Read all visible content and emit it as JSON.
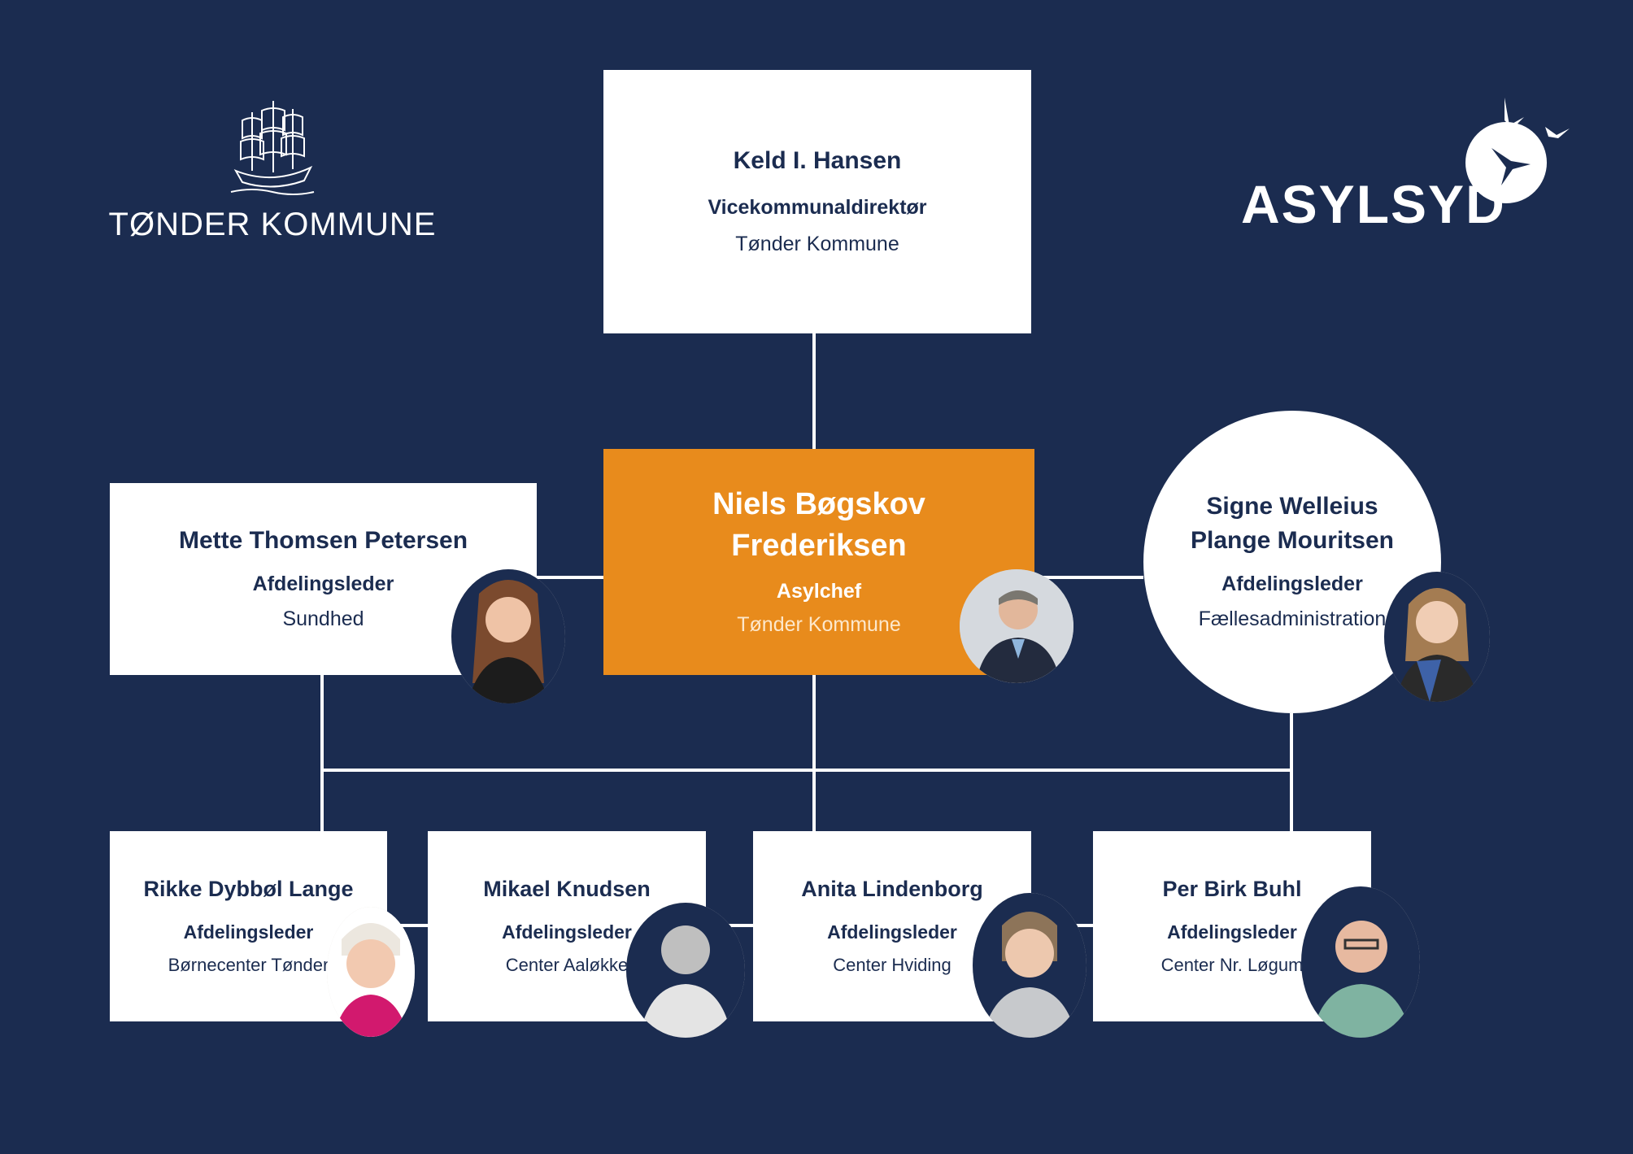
{
  "logos": {
    "left": {
      "text": "TØNDER KOMMUNE"
    },
    "right": {
      "text": "ASYLSYD"
    }
  },
  "top": {
    "name": "Keld I. Hansen",
    "role": "Vicekommunaldirektør",
    "org": "Tønder Kommune"
  },
  "center": {
    "name_line1": "Niels Bøgskov",
    "name_line2": "Frederiksen",
    "role": "Asylchef",
    "org": "Tønder Kommune"
  },
  "left": {
    "name": "Mette Thomsen Petersen",
    "role": "Afdelingsleder",
    "org": "Sundhed"
  },
  "right": {
    "name_line1": "Signe Welleius",
    "name_line2": "Plange Mouritsen",
    "role": "Afdelingsleder",
    "org": "Fællesadministration"
  },
  "bottom": [
    {
      "name": "Rikke Dybbøl Lange",
      "role": "Afdelingsleder",
      "org": "Børnecenter Tønder"
    },
    {
      "name": "Mikael Knudsen",
      "role": "Afdelingsleder",
      "org": "Center Aaløkke"
    },
    {
      "name": "Anita Lindenborg",
      "role": "Afdelingsleder",
      "org": "Center Hviding"
    },
    {
      "name": "Per Birk Buhl",
      "role": "Afdelingsleder",
      "org": "Center Nr. Løgum"
    }
  ],
  "colors": {
    "background": "#1b2c50",
    "box": "#ffffff",
    "highlight": "#e88b1c",
    "text": "#1b2c50"
  },
  "icons": {
    "left_logo": "ship-icon",
    "right_logo": "birds-sun-icon"
  }
}
